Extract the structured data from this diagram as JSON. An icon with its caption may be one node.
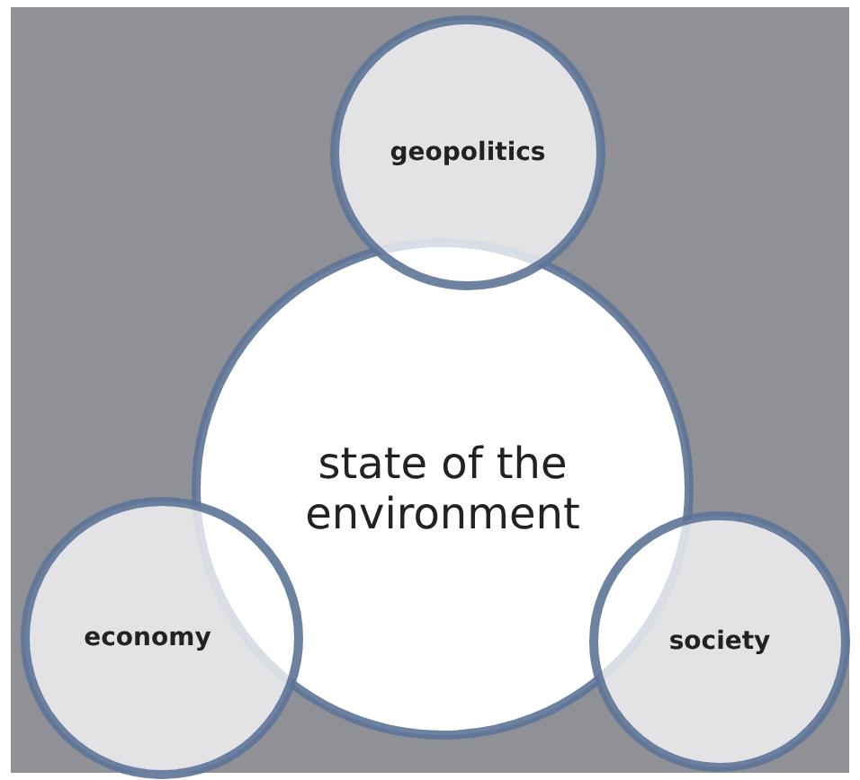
{
  "diagram": {
    "nodes": [
      {
        "text": [
          "geopolitics"
        ]
      },
      {
        "text": [
          "state of the environment"
        ]
      },
      {
        "text": [
          "economy"
        ]
      },
      {
        "text": [
          "society"
        ]
      }
    ]
  }
}
